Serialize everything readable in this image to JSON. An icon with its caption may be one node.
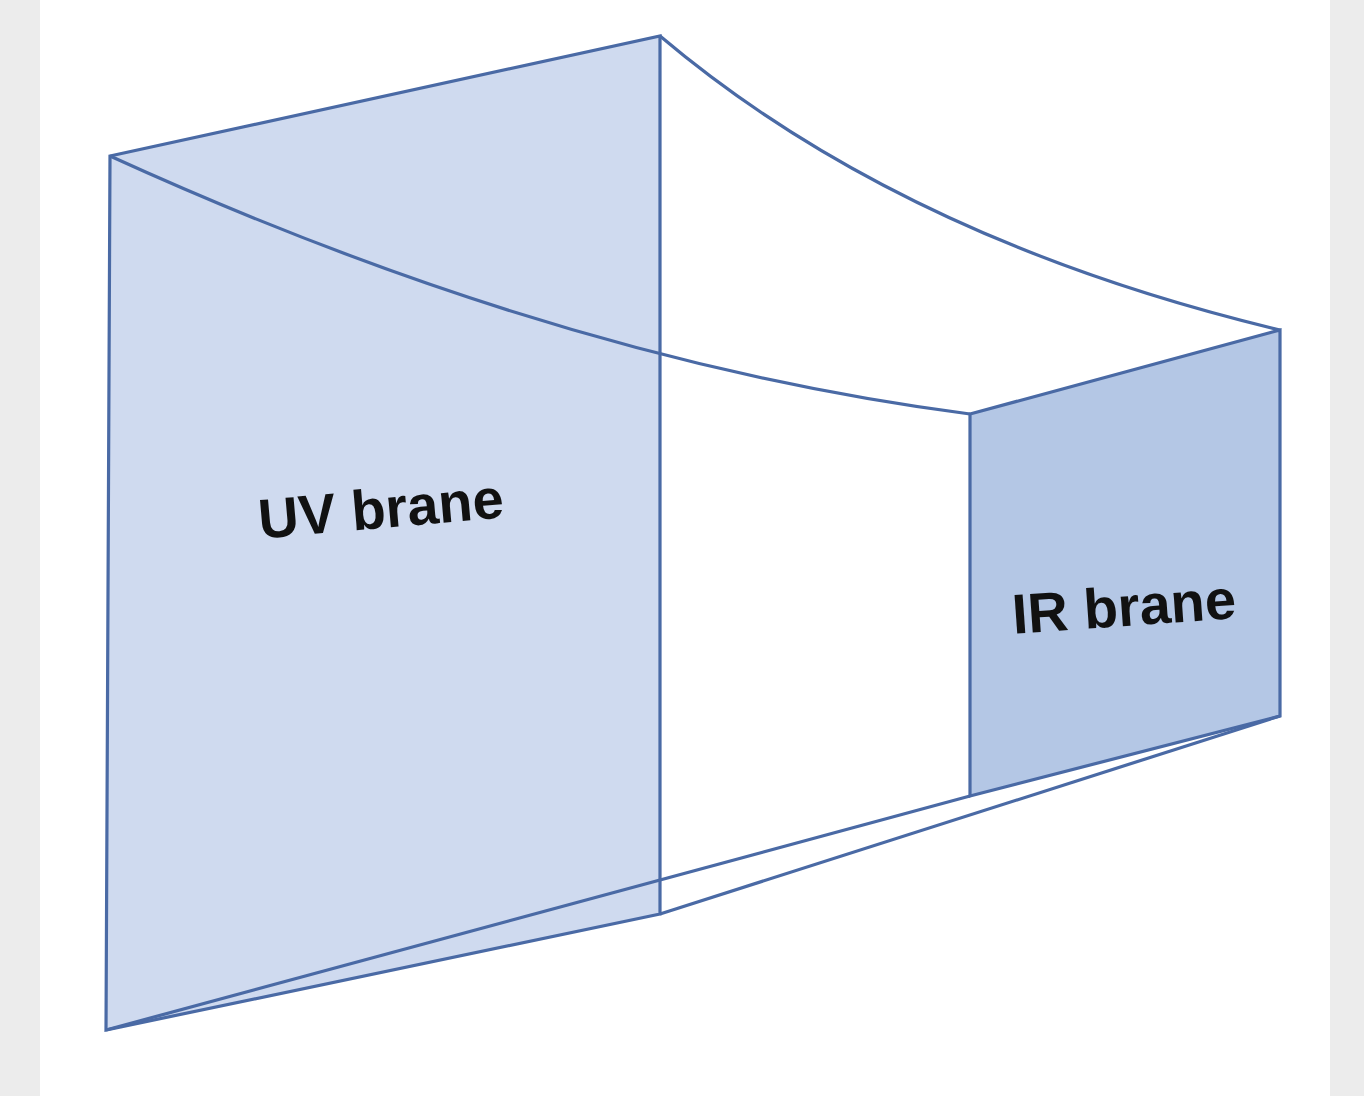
{
  "diagram": {
    "nodes": [
      {
        "text": [
          "UV brane"
        ]
      },
      {
        "text": [
          "IR brane"
        ]
      }
    ],
    "edges": [
      {
        "from": 0,
        "to": 1,
        "arrow": "none"
      },
      {
        "from": 0,
        "to": 1,
        "arrow": "none"
      },
      {
        "from": 0,
        "to": 1,
        "arrow": "none"
      },
      {
        "from": 0,
        "to": 1,
        "arrow": "none"
      }
    ]
  }
}
